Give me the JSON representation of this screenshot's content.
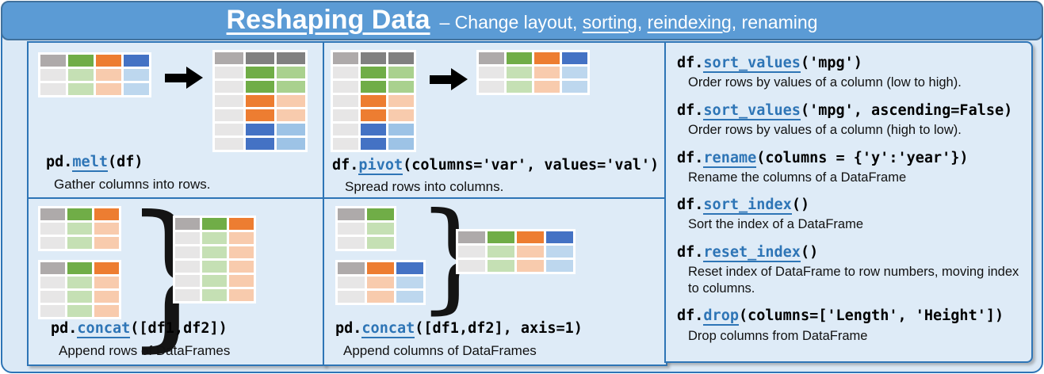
{
  "header": {
    "title": "Reshaping Data",
    "subtitle_segments": [
      {
        "text": "– Change layout, ",
        "underline": false
      },
      {
        "text": "sorting",
        "underline": true
      },
      {
        "text": ", ",
        "underline": false
      },
      {
        "text": "reindexing",
        "underline": true
      },
      {
        "text": ", renaming",
        "underline": false
      }
    ]
  },
  "colors": {
    "band": "#5b9bd5",
    "outer_bg": "#dbe9f6",
    "panel_bg": "#deebf7",
    "border": "#2e75b6",
    "link": "#2e75b6"
  },
  "palette": {
    "G": "#aeaaaa",
    "DG": "#808080",
    "GR": "#70ad47",
    "LG": "#c5e0b4",
    "MG": "#a9d18e",
    "OR": "#ed7d31",
    "LO": "#f8cbad",
    "BL": "#4472c4",
    "LB": "#bdd7ee",
    "MB": "#9dc3e6",
    "E": "#e7e6e6"
  },
  "sections": {
    "melt": {
      "code": {
        "prefix": "pd.",
        "fn": "melt",
        "args": "(df)"
      },
      "desc": "Gather columns into rows.",
      "before": [
        [
          "G",
          "GR",
          "OR",
          "BL"
        ],
        [
          "E",
          "LG",
          "LO",
          "LB"
        ],
        [
          "E",
          "LG",
          "LO",
          "LB"
        ]
      ],
      "after": [
        [
          "G",
          "DG",
          "DG"
        ],
        [
          "E",
          "GR",
          "MG"
        ],
        [
          "E",
          "GR",
          "MG"
        ],
        [
          "E",
          "OR",
          "LO"
        ],
        [
          "E",
          "OR",
          "LO"
        ],
        [
          "E",
          "BL",
          "MB"
        ],
        [
          "E",
          "BL",
          "MB"
        ]
      ]
    },
    "pivot": {
      "code": {
        "prefix": "df.",
        "fn": "pivot",
        "args": "(columns='var', values='val')"
      },
      "desc": "Spread rows into columns.",
      "before": [
        [
          "G",
          "DG",
          "DG"
        ],
        [
          "E",
          "GR",
          "MG"
        ],
        [
          "E",
          "GR",
          "MG"
        ],
        [
          "E",
          "OR",
          "LO"
        ],
        [
          "E",
          "OR",
          "LO"
        ],
        [
          "E",
          "BL",
          "MB"
        ],
        [
          "E",
          "BL",
          "MB"
        ]
      ],
      "after": [
        [
          "G",
          "GR",
          "OR",
          "BL"
        ],
        [
          "E",
          "LG",
          "LO",
          "LB"
        ],
        [
          "E",
          "LG",
          "LO",
          "LB"
        ]
      ]
    },
    "concat_rows": {
      "code": {
        "prefix": "pd.",
        "fn": "concat",
        "args": "([df1,df2])"
      },
      "desc": "Append rows of DataFrames",
      "df1": [
        [
          "G",
          "GR",
          "OR"
        ],
        [
          "E",
          "LG",
          "LO"
        ],
        [
          "E",
          "LG",
          "LO"
        ]
      ],
      "df2": [
        [
          "G",
          "GR",
          "OR"
        ],
        [
          "E",
          "LG",
          "LO"
        ],
        [
          "E",
          "LG",
          "LO"
        ],
        [
          "E",
          "LG",
          "LO"
        ]
      ],
      "result": [
        [
          "G",
          "GR",
          "OR"
        ],
        [
          "E",
          "LG",
          "LO"
        ],
        [
          "E",
          "LG",
          "LO"
        ],
        [
          "E",
          "LG",
          "LO"
        ],
        [
          "E",
          "LG",
          "LO"
        ],
        [
          "E",
          "LG",
          "LO"
        ]
      ]
    },
    "concat_cols": {
      "code": {
        "prefix": "pd.",
        "fn": "concat",
        "args": "([df1,df2], axis=1)"
      },
      "desc": "Append columns of DataFrames",
      "df1": [
        [
          "G",
          "GR"
        ],
        [
          "E",
          "LG"
        ],
        [
          "E",
          "LG"
        ]
      ],
      "df2": [
        [
          "G",
          "OR",
          "BL"
        ],
        [
          "E",
          "LO",
          "LB"
        ],
        [
          "E",
          "LO",
          "LB"
        ]
      ],
      "result": [
        [
          "G",
          "GR",
          "OR",
          "BL"
        ],
        [
          "E",
          "LG",
          "LO",
          "LB"
        ],
        [
          "E",
          "LG",
          "LO",
          "LB"
        ]
      ]
    }
  },
  "commands": [
    {
      "prefix": "df.",
      "fn": "sort_values",
      "args": "('mpg')",
      "desc": "Order rows by values of a column (low to high)."
    },
    {
      "prefix": "df.",
      "fn": "sort_values",
      "args": "('mpg', ascending=False)",
      "desc": "Order rows by values of a column (high to low)."
    },
    {
      "prefix": "df.",
      "fn": "rename",
      "args": "(columns = {'y':'year'})",
      "desc": "Rename the columns of a DataFrame"
    },
    {
      "prefix": "df.",
      "fn": "sort_index",
      "args": "()",
      "desc": "Sort the index of a DataFrame"
    },
    {
      "prefix": "df.",
      "fn": "reset_index",
      "args": "()",
      "desc": "Reset index of DataFrame to row numbers, moving index to columns."
    },
    {
      "prefix": "df.",
      "fn": "drop",
      "args": "(columns=['Length', 'Height'])",
      "desc": "Drop columns from DataFrame"
    }
  ]
}
